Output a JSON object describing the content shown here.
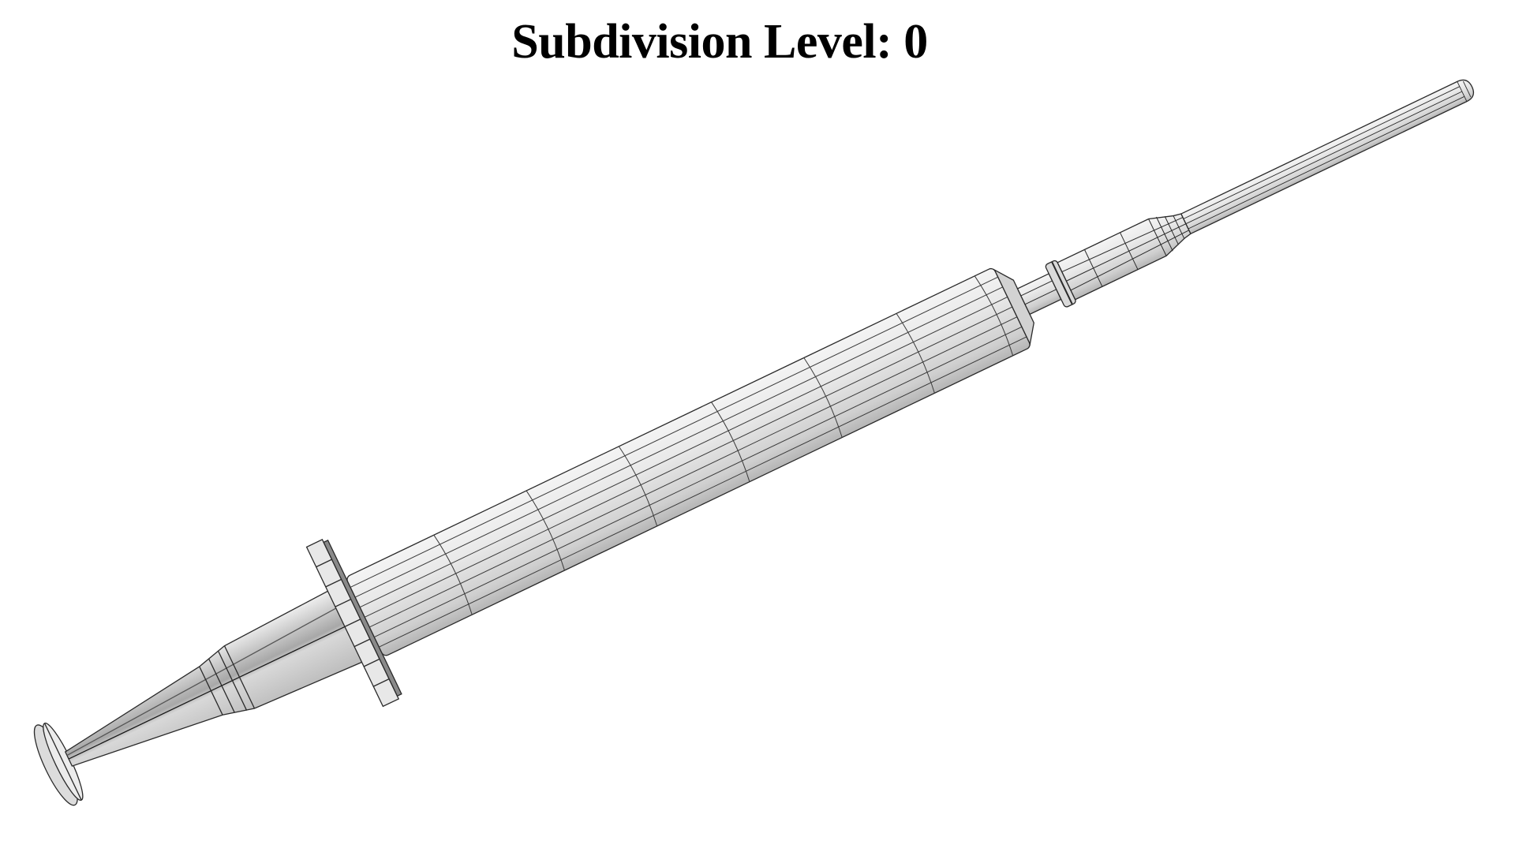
{
  "title": "Subdivision Level: 0",
  "render": {
    "subject": "syringe wireframe model",
    "background_color": "#ffffff",
    "surface_color": "#e6e6e6",
    "wire_color": "#2a2a2a",
    "shadow_color": "#9a9a9a",
    "parts": [
      "plunger-thumb-rest",
      "plunger-rod",
      "finger-flange",
      "barrel",
      "hub",
      "luer-collar",
      "needle-adapter",
      "needle"
    ]
  }
}
